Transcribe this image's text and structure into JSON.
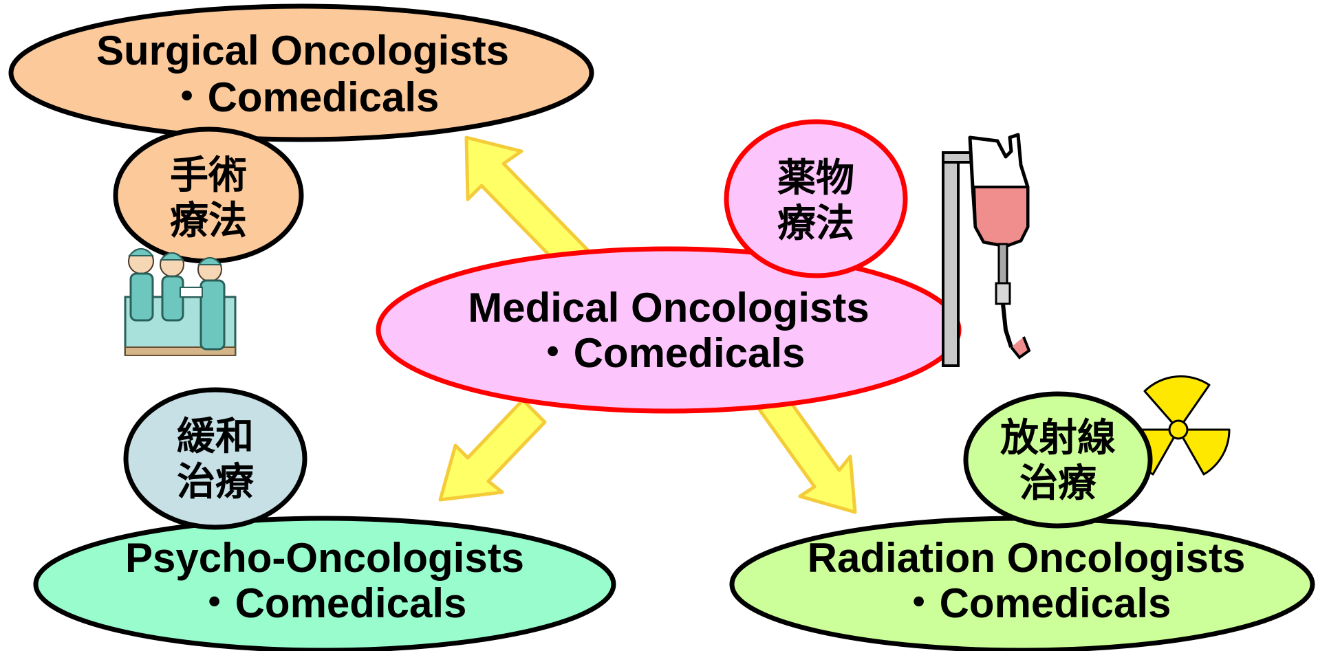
{
  "colors": {
    "surgical": "#fcc99b",
    "medical": "#fcc6fc",
    "medical_border": "#ff0000",
    "psycho": "#99fccc",
    "palliative": "#c6e0e6",
    "radiation": "#ccff99",
    "arrow": "#ffff66",
    "arrow_border": "#f4cc3a"
  },
  "nodes": {
    "surgical": {
      "line1": "Surgical Oncologists",
      "line2": "・Comedicals"
    },
    "medical": {
      "line1": "Medical Oncologists",
      "line2": "・Comedicals"
    },
    "psycho": {
      "line1": "Psycho-Oncologists",
      "line2": "・Comedicals"
    },
    "radiation": {
      "line1": "Radiation Oncologists",
      "line2": "・Comedicals"
    }
  },
  "badges": {
    "surgery": {
      "line1": "手術",
      "line2": "療法"
    },
    "drug": {
      "line1": "薬物",
      "line2": "療法"
    },
    "palliative": {
      "line1": "緩和",
      "line2": "治療"
    },
    "radiation": {
      "line1": "放射線",
      "line2": "治療"
    }
  },
  "icons": [
    "surgeons-icon",
    "iv-drip-icon",
    "radiation-symbol-icon"
  ]
}
